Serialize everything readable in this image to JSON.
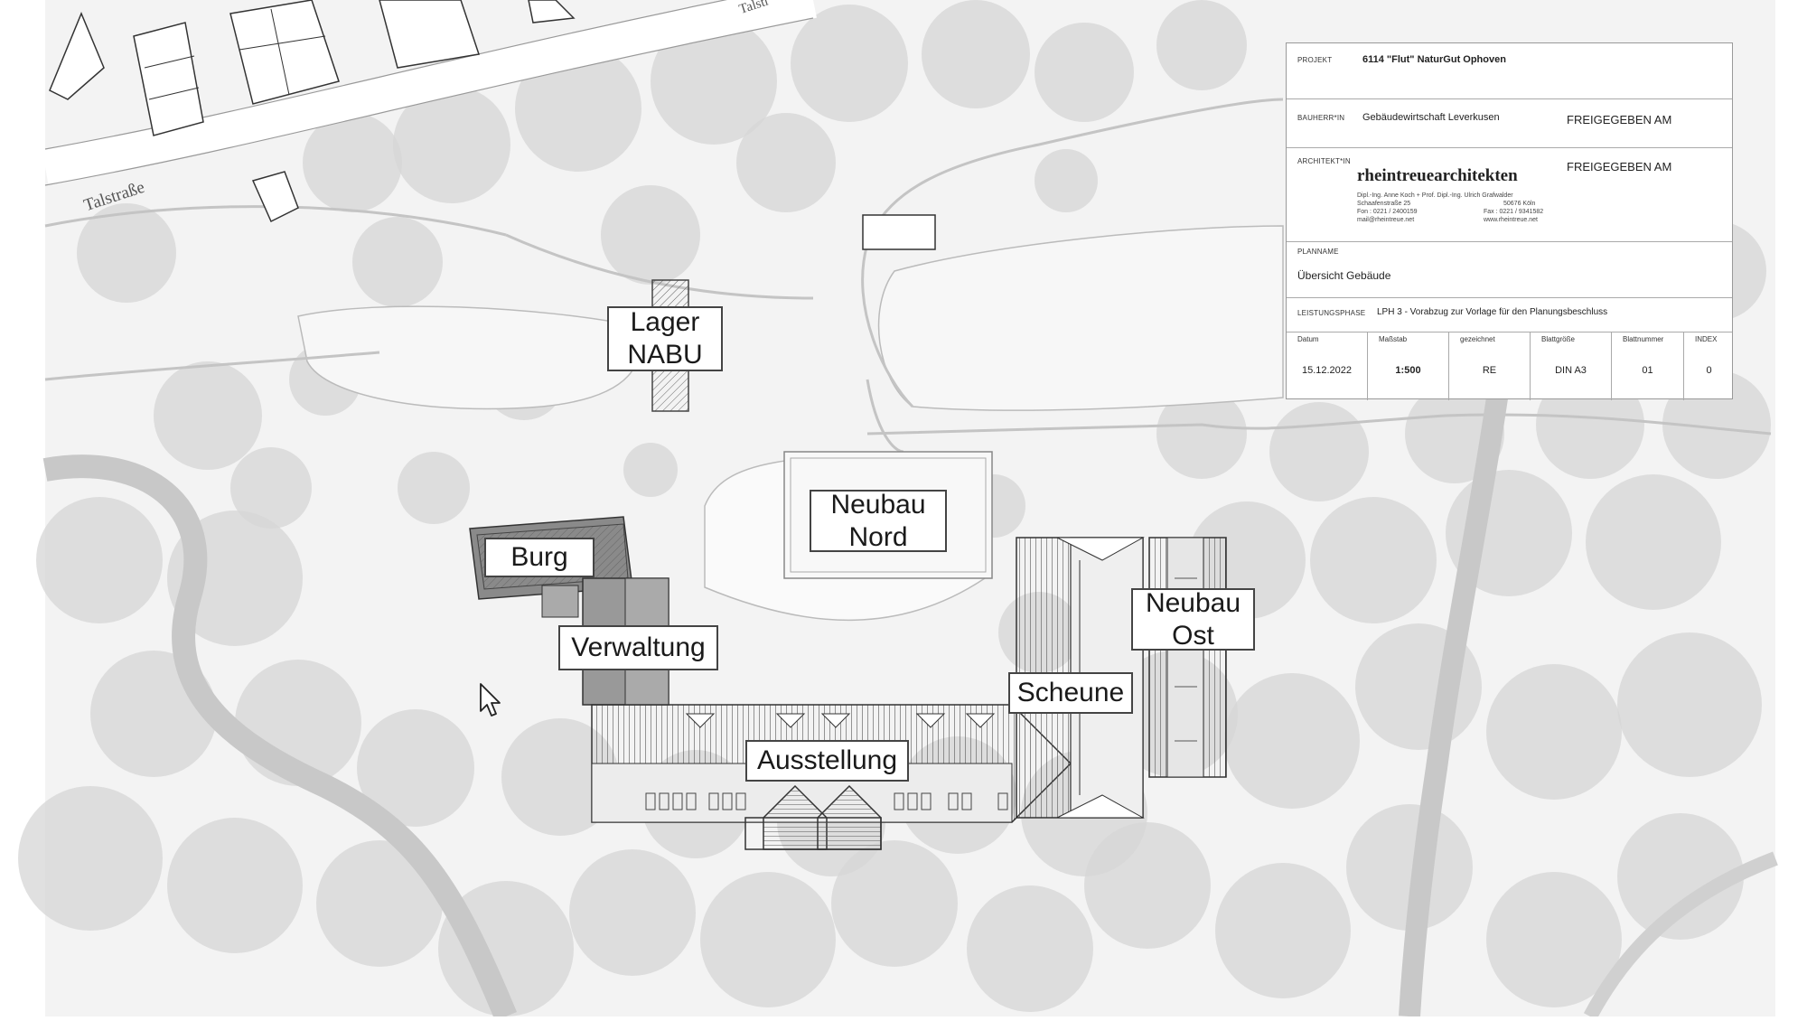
{
  "street_names": [
    "Talstraße",
    "Talstr"
  ],
  "buildings": [
    {
      "id": "lager-nabu",
      "lines": [
        "Lager",
        "NABU"
      ]
    },
    {
      "id": "neubau-nord",
      "lines": [
        "Neubau",
        "Nord"
      ]
    },
    {
      "id": "burg",
      "lines": [
        "Burg"
      ]
    },
    {
      "id": "verwaltung",
      "lines": [
        "Verwaltung"
      ]
    },
    {
      "id": "neubau-ost",
      "lines": [
        "Neubau",
        "Ost"
      ]
    },
    {
      "id": "scheune",
      "lines": [
        "Scheune"
      ]
    },
    {
      "id": "ausstellung",
      "lines": [
        "Ausstellung"
      ]
    }
  ],
  "title_block": {
    "projekt_key": "PROJEKT",
    "projekt_val": "6114 \"Flut\" NaturGut Ophoven",
    "bauherr_key": "BAUHERR*IN",
    "bauherr_val": "Gebäudewirtschaft Leverkusen",
    "freigegeben_1": "FREIGEGEBEN AM",
    "architekt_key": "ARCHITEKT*IN",
    "freigegeben_2": "FREIGEGEBEN AM",
    "firm_name": "rheintreuearchitekten",
    "firm_line1_left": "Dipl.-Ing. Anne Koch + Prof. Dipl.-Ing. Ulrich Grafwalder",
    "firm_line2_left": "Schaafenstraße 25",
    "firm_line2_right": "50676 Köln",
    "firm_line3_left": "Fon : 0221 / 2400159",
    "firm_line3_right": "Fax : 0221 / 9341582",
    "firm_line4_left": "mail@rheintreue.net",
    "firm_line4_right": "www.rheintreue.net",
    "planname_key": "PLANNAME",
    "planname_val": "Übersicht Gebäude",
    "phase_key": "LEISTUNGSPHASE",
    "phase_val": "LPH 3 - Vorabzug zur Vorlage für den Planungsbeschluss",
    "meta": [
      {
        "key": "Datum",
        "val": "15.12.2022"
      },
      {
        "key": "Maßstab",
        "val": "1:500"
      },
      {
        "key": "gezeichnet",
        "val": "RE"
      },
      {
        "key": "Blattgröße",
        "val": "DIN A3"
      },
      {
        "key": "Blattnummer",
        "val": "01"
      },
      {
        "key": "INDEX",
        "val": "0"
      }
    ]
  }
}
